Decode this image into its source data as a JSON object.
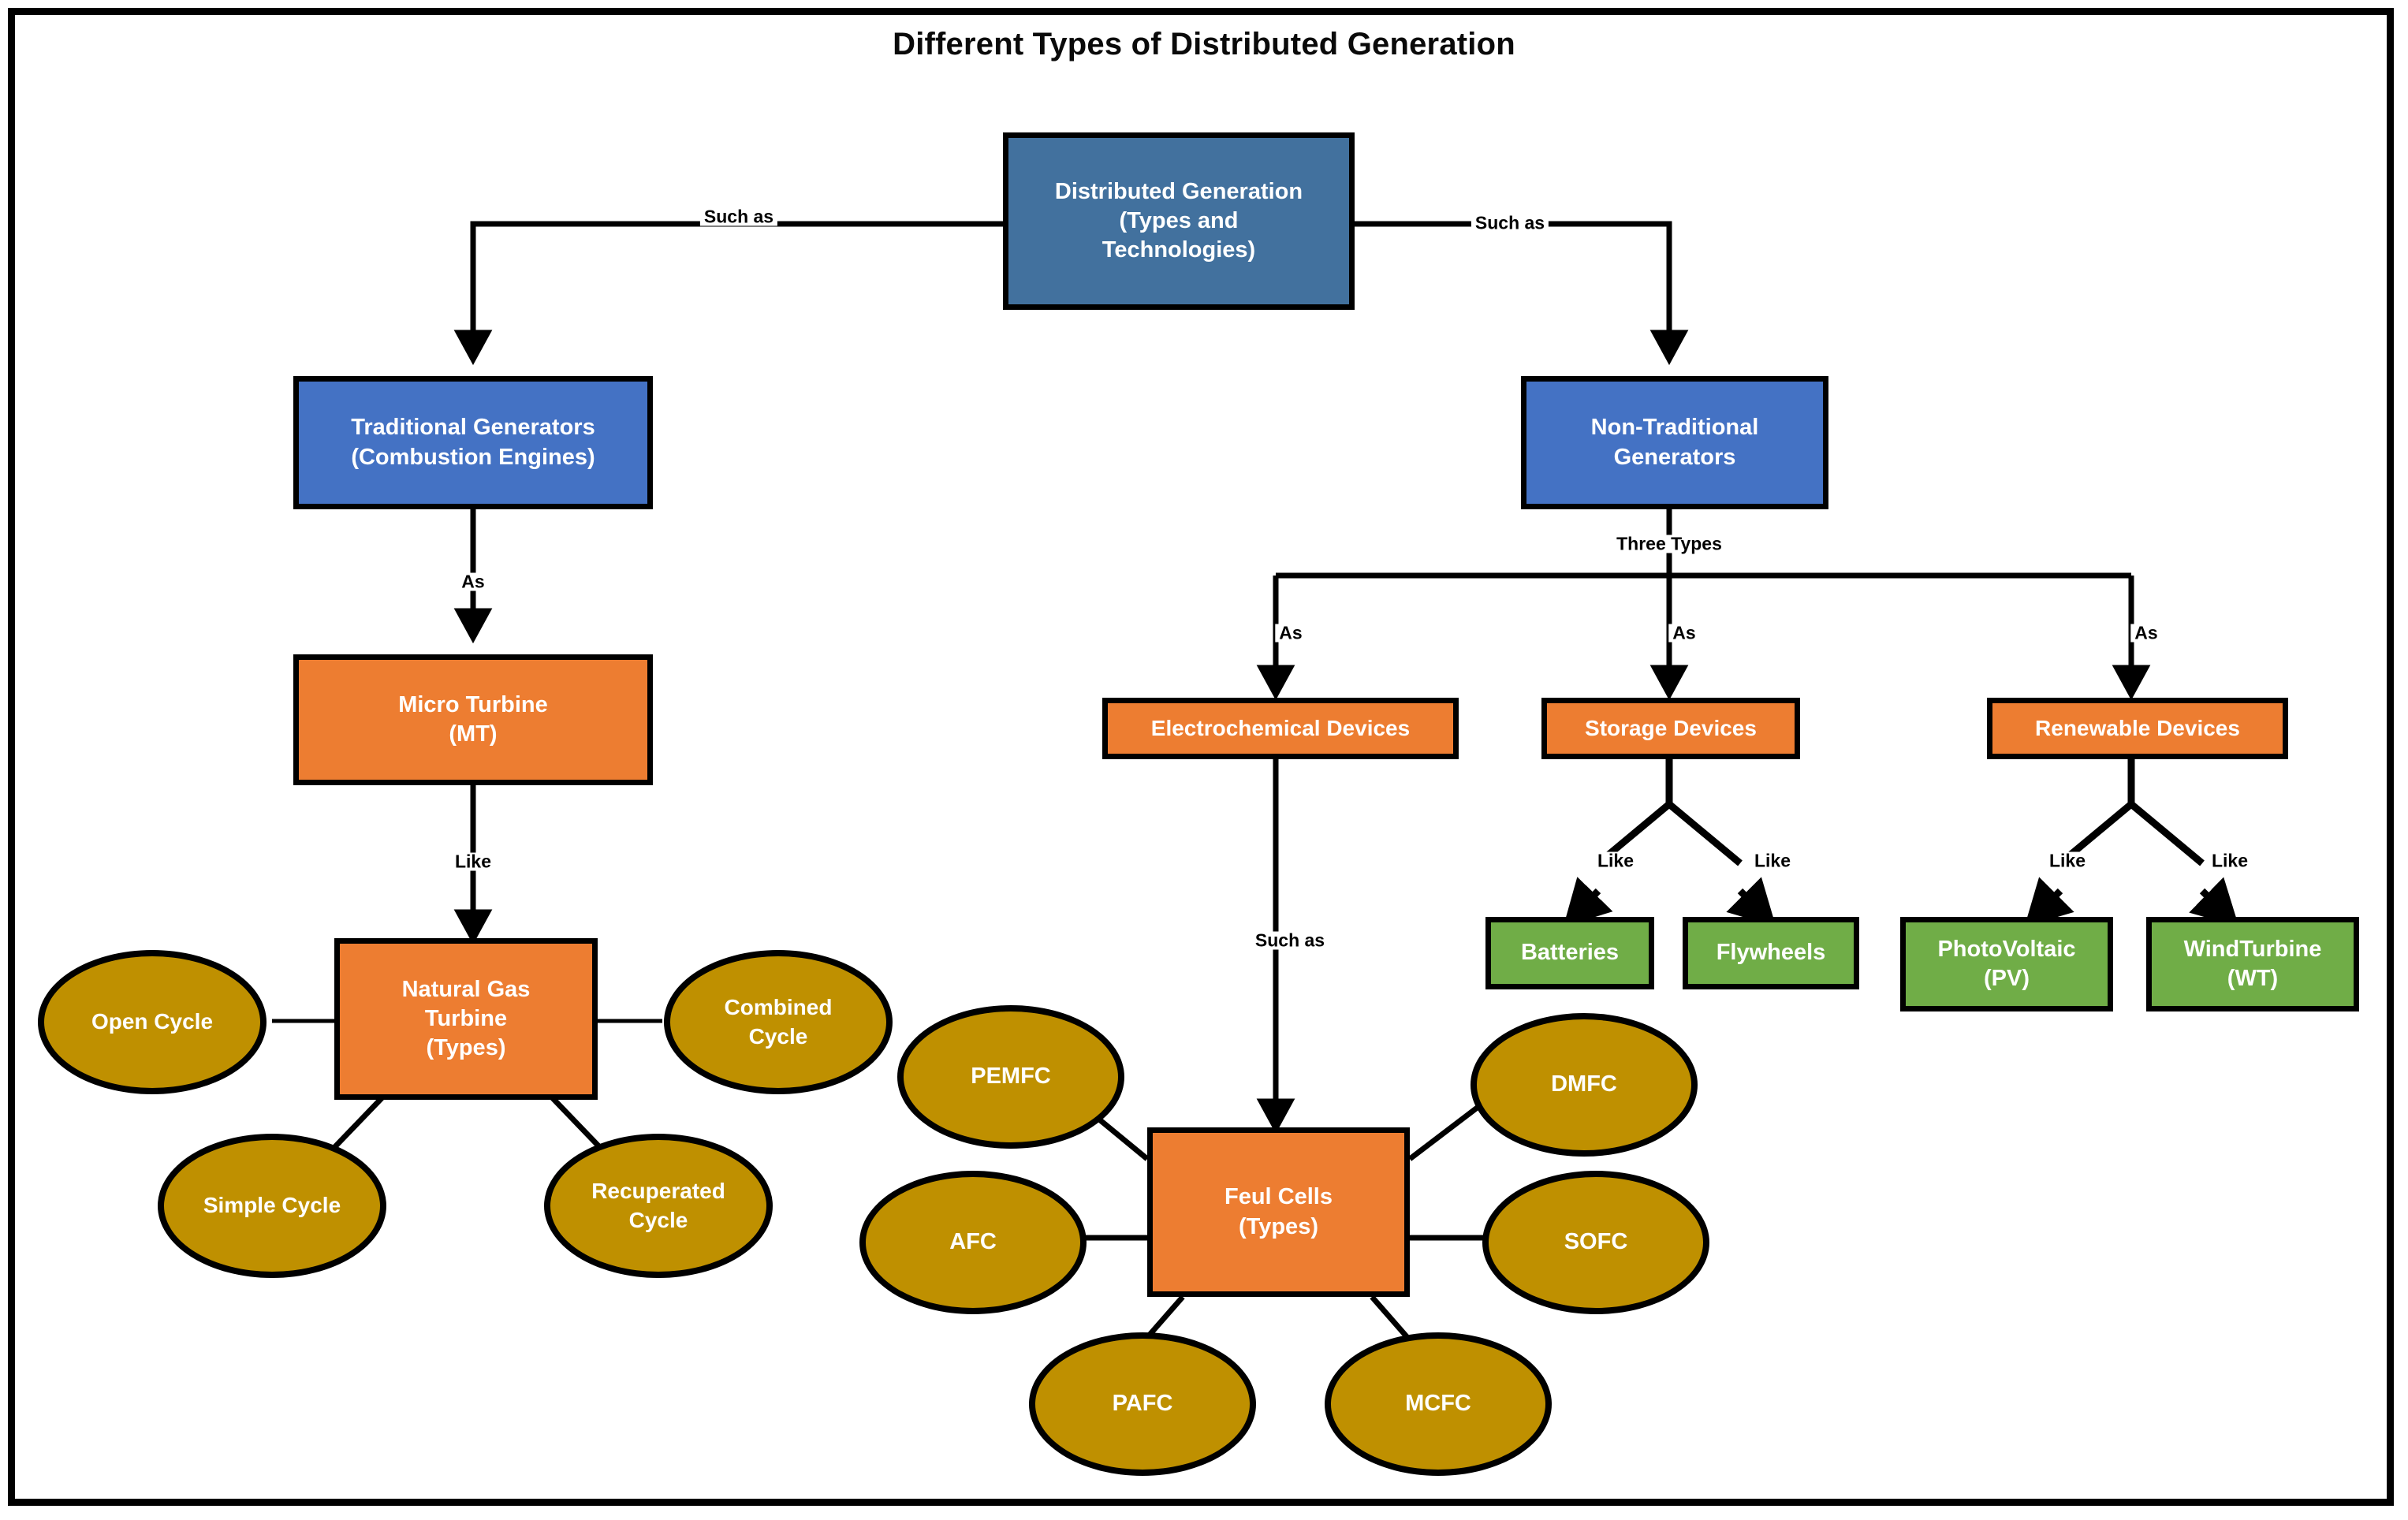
{
  "title": "Different Types of Distributed Generation",
  "colors": {
    "blue_root": "#42719E",
    "blue": "#4472C4",
    "orange": "#ED7D31",
    "green": "#70AD47",
    "gold": "#BF9000",
    "outline": "#000000",
    "background": "#FFFFFF"
  },
  "chart_data": {
    "type": "diagram",
    "title": "Different Types of Distributed Generation",
    "nodes": [
      {
        "id": "dg",
        "label": "Distributed Generation\n(Types and\nTechnologies)",
        "shape": "rect",
        "color": "#42719E"
      },
      {
        "id": "trad",
        "label": "Traditional Generators\n(Combustion Engines)",
        "shape": "rect",
        "color": "#4472C4"
      },
      {
        "id": "nontrad",
        "label": "Non-Traditional\nGenerators",
        "shape": "rect",
        "color": "#4472C4"
      },
      {
        "id": "mt",
        "label": "Micro Turbine\n(MT)",
        "shape": "rect",
        "color": "#ED7D31"
      },
      {
        "id": "ngt",
        "label": "Natural Gas\nTurbine\n(Types)",
        "shape": "rect",
        "color": "#ED7D31"
      },
      {
        "id": "electro",
        "label": "Electrochemical Devices",
        "shape": "rect",
        "color": "#ED7D31"
      },
      {
        "id": "storage",
        "label": "Storage Devices",
        "shape": "rect",
        "color": "#ED7D31"
      },
      {
        "id": "renew",
        "label": "Renewable Devices",
        "shape": "rect",
        "color": "#ED7D31"
      },
      {
        "id": "fuelcells",
        "label": "Feul Cells\n(Types)",
        "shape": "rect",
        "color": "#ED7D31"
      },
      {
        "id": "batteries",
        "label": "Batteries",
        "shape": "rect",
        "color": "#70AD47"
      },
      {
        "id": "flywheels",
        "label": "Flywheels",
        "shape": "rect",
        "color": "#70AD47"
      },
      {
        "id": "pv",
        "label": "PhotoVoltaic\n(PV)",
        "shape": "rect",
        "color": "#70AD47"
      },
      {
        "id": "wt",
        "label": "WindTurbine\n(WT)",
        "shape": "rect",
        "color": "#70AD47"
      },
      {
        "id": "open",
        "label": "Open Cycle",
        "shape": "ellipse",
        "color": "#BF9000"
      },
      {
        "id": "combined",
        "label": "Combined\nCycle",
        "shape": "ellipse",
        "color": "#BF9000"
      },
      {
        "id": "simple",
        "label": "Simple Cycle",
        "shape": "ellipse",
        "color": "#BF9000"
      },
      {
        "id": "recup",
        "label": "Recuperated\nCycle",
        "shape": "ellipse",
        "color": "#BF9000"
      },
      {
        "id": "pemfc",
        "label": "PEMFC",
        "shape": "ellipse",
        "color": "#BF9000"
      },
      {
        "id": "dmfc",
        "label": "DMFC",
        "shape": "ellipse",
        "color": "#BF9000"
      },
      {
        "id": "afc",
        "label": "AFC",
        "shape": "ellipse",
        "color": "#BF9000"
      },
      {
        "id": "sofc",
        "label": "SOFC",
        "shape": "ellipse",
        "color": "#BF9000"
      },
      {
        "id": "pafc",
        "label": "PAFC",
        "shape": "ellipse",
        "color": "#BF9000"
      },
      {
        "id": "mcfc",
        "label": "MCFC",
        "shape": "ellipse",
        "color": "#BF9000"
      }
    ],
    "edges": [
      {
        "from": "dg",
        "to": "trad",
        "label": "Such as",
        "arrow": true
      },
      {
        "from": "dg",
        "to": "nontrad",
        "label": "Such as",
        "arrow": true
      },
      {
        "from": "trad",
        "to": "mt",
        "label": "As",
        "arrow": true
      },
      {
        "from": "mt",
        "to": "ngt",
        "label": "Like",
        "arrow": true
      },
      {
        "from": "nontrad",
        "to": "electro",
        "label": "As",
        "arrow": true,
        "group_label": "Three Types"
      },
      {
        "from": "nontrad",
        "to": "storage",
        "label": "As",
        "arrow": true,
        "group_label": "Three Types"
      },
      {
        "from": "nontrad",
        "to": "renew",
        "label": "As",
        "arrow": true,
        "group_label": "Three Types"
      },
      {
        "from": "electro",
        "to": "fuelcells",
        "label": "Such as",
        "arrow": true
      },
      {
        "from": "storage",
        "to": "batteries",
        "label": "Like",
        "arrow": true
      },
      {
        "from": "storage",
        "to": "flywheels",
        "label": "Like",
        "arrow": true
      },
      {
        "from": "renew",
        "to": "pv",
        "label": "Like",
        "arrow": true
      },
      {
        "from": "renew",
        "to": "wt",
        "label": "Like",
        "arrow": true
      },
      {
        "from": "ngt",
        "to": "open",
        "label": "",
        "arrow": false
      },
      {
        "from": "ngt",
        "to": "combined",
        "label": "",
        "arrow": false
      },
      {
        "from": "ngt",
        "to": "simple",
        "label": "",
        "arrow": false
      },
      {
        "from": "ngt",
        "to": "recup",
        "label": "",
        "arrow": false
      },
      {
        "from": "fuelcells",
        "to": "pemfc",
        "label": "",
        "arrow": false
      },
      {
        "from": "fuelcells",
        "to": "dmfc",
        "label": "",
        "arrow": false
      },
      {
        "from": "fuelcells",
        "to": "afc",
        "label": "",
        "arrow": false
      },
      {
        "from": "fuelcells",
        "to": "sofc",
        "label": "",
        "arrow": false
      },
      {
        "from": "fuelcells",
        "to": "pafc",
        "label": "",
        "arrow": false
      },
      {
        "from": "fuelcells",
        "to": "mcfc",
        "label": "",
        "arrow": false
      }
    ]
  },
  "nodes": {
    "dg": "Distributed Generation\n(Types and\nTechnologies)",
    "trad": "Traditional Generators\n(Combustion Engines)",
    "nontrad": "Non-Traditional\nGenerators",
    "mt": "Micro Turbine\n(MT)",
    "ngt": "Natural Gas\nTurbine\n(Types)",
    "electro": "Electrochemical Devices",
    "storage": "Storage Devices",
    "renew": "Renewable Devices",
    "fuelcells": "Feul Cells\n(Types)",
    "batteries": "Batteries",
    "flywheels": "Flywheels",
    "pv": "PhotoVoltaic\n(PV)",
    "wt": "WindTurbine\n(WT)",
    "open": "Open Cycle",
    "combined": "Combined\nCycle",
    "simple": "Simple Cycle",
    "recup": "Recuperated\nCycle",
    "pemfc": "PEMFC",
    "dmfc": "DMFC",
    "afc": "AFC",
    "sofc": "SOFC",
    "pafc": "PAFC",
    "mcfc": "MCFC"
  },
  "edge_labels": {
    "dg_trad": "Such as",
    "dg_nontrad": "Such as",
    "trad_mt": "As",
    "mt_ngt": "Like",
    "nontrad_group": "Three Types",
    "nontrad_electro": "As",
    "nontrad_storage": "As",
    "nontrad_renew": "As",
    "electro_fuel": "Such as",
    "storage_batt": "Like",
    "storage_fly": "Like",
    "renew_pv": "Like",
    "renew_wt": "Like"
  }
}
